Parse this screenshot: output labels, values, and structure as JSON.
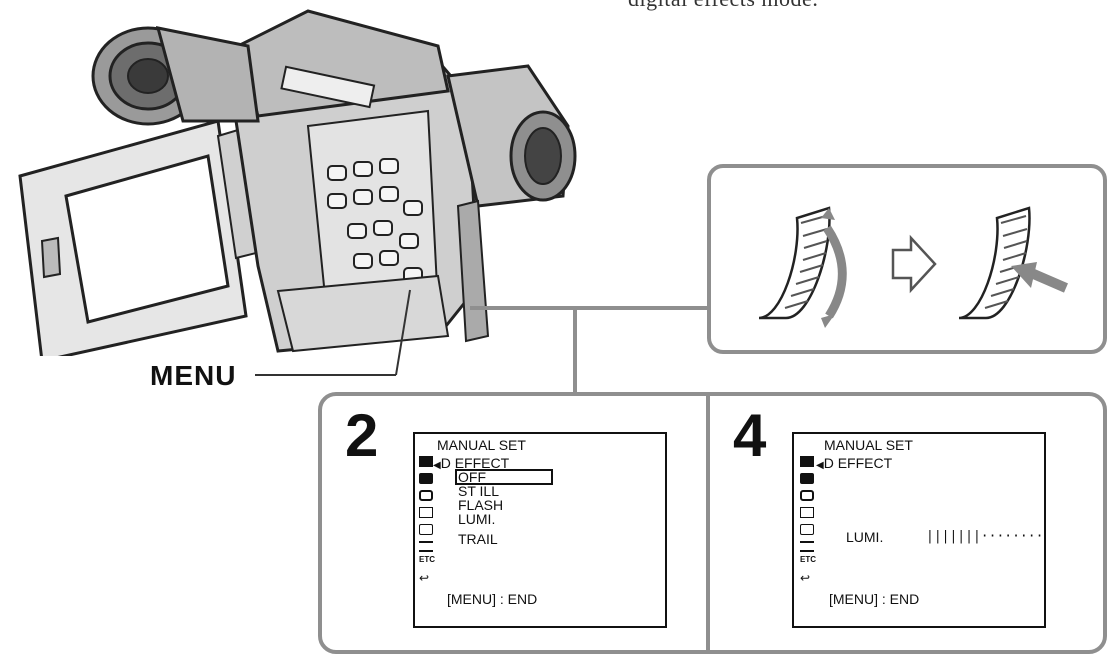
{
  "caption": "digital effects mode.",
  "callout_label": "MENU",
  "steps": [
    {
      "number": "2",
      "menu_title": "MANUAL SET",
      "submenu": "D EFFECT",
      "options": [
        "OFF",
        "ST ILL",
        "FLASH",
        "LUMI.",
        "TRAIL"
      ],
      "selected": "OFF",
      "footer": "[MENU] : END"
    },
    {
      "number": "4",
      "menu_title": "MANUAL SET",
      "submenu": "D EFFECT",
      "setting_label": "LUMI.",
      "level_fraction": 0.47,
      "footer": "[MENU] : END"
    }
  ],
  "side_icons": [
    "manual-set-icon",
    "camera-set-icon",
    "vcr-set-icon",
    "memory-set-icon",
    "lcd-vf-set-icon",
    "tape-set-icon",
    "etc-icon",
    "return-icon"
  ],
  "side_icon_etc_text": "ETC",
  "colors": {
    "panel_border": "#8f8f8f",
    "line": "#111111"
  }
}
